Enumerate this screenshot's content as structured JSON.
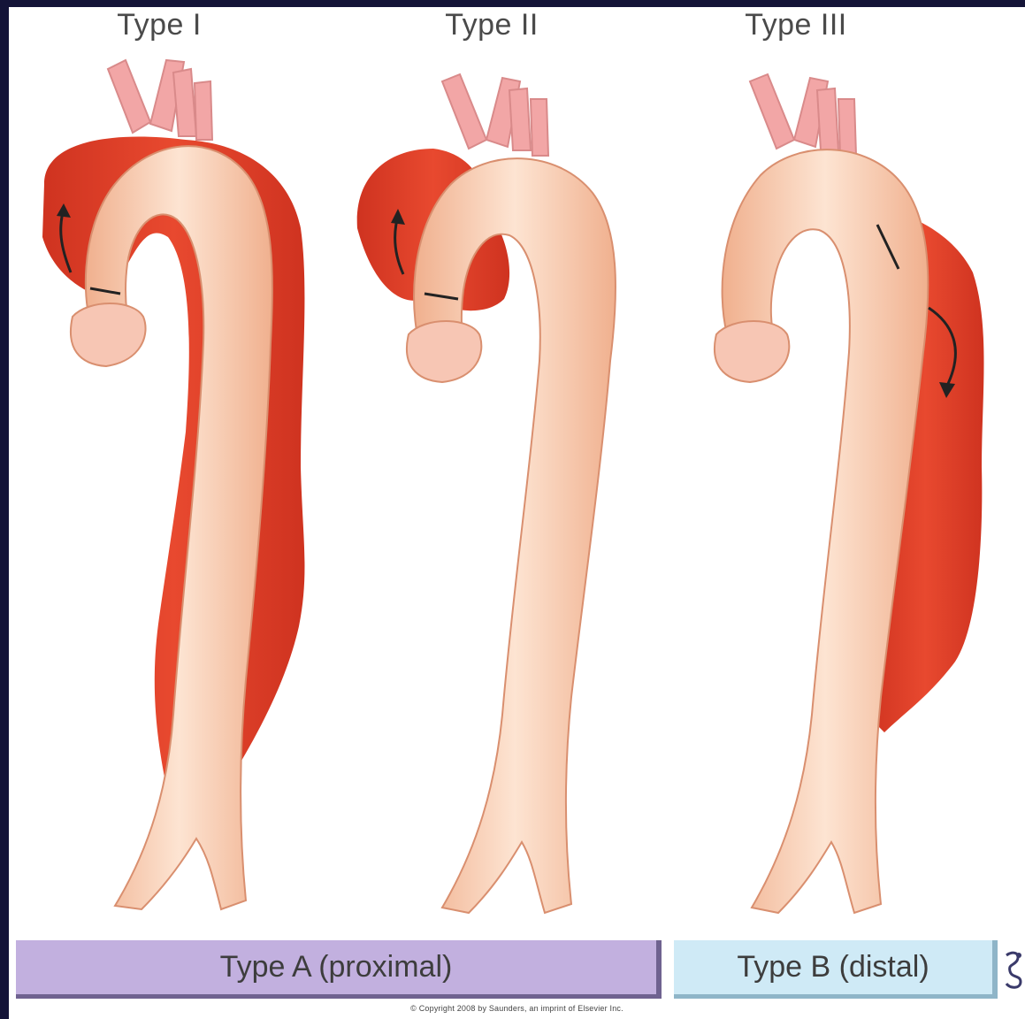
{
  "diagram": {
    "types": [
      {
        "label": "Type I"
      },
      {
        "label": "Type II"
      },
      {
        "label": "Type III"
      }
    ],
    "classification_bands": {
      "type_a": "Type A (proximal)",
      "type_b": "Type B (distal)"
    },
    "copyright": "© Copyright 2008 by Saunders, an imprint of Elsevier Inc."
  },
  "colors": {
    "background_frame": "#141438",
    "aorta_wall": "#f7c9a8",
    "aorta_highlight": "#fde9db",
    "arch_vessels": "#f2a6a6",
    "false_lumen": "#e2432a",
    "band_a": "#c2b0df",
    "band_b": "#cfeaf6"
  }
}
